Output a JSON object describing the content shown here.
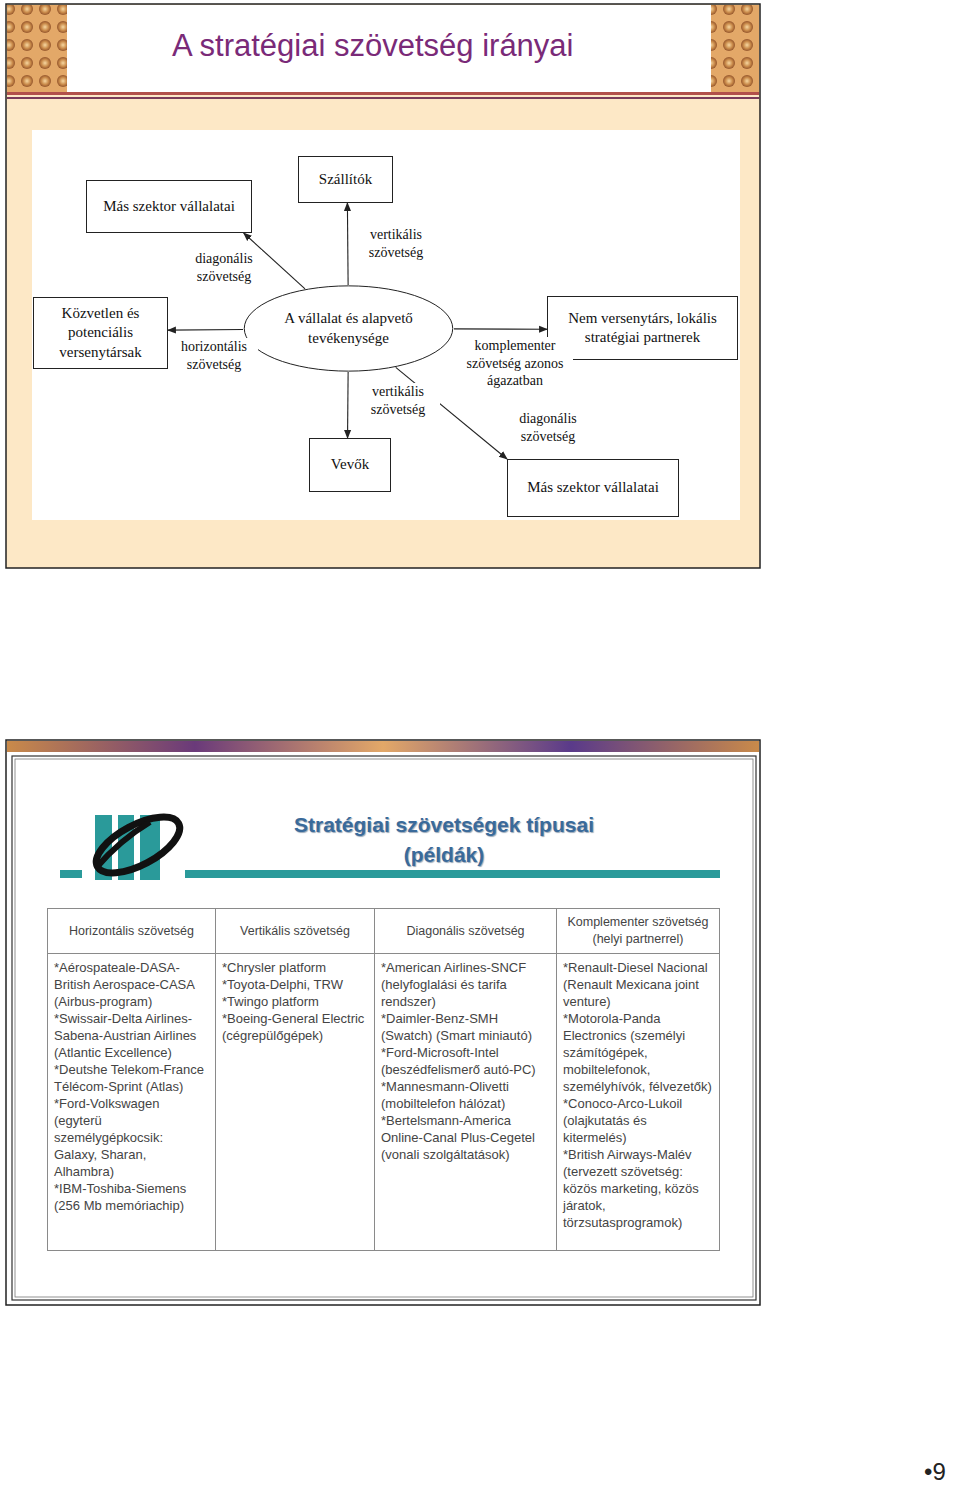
{
  "diagram": {
    "title": "A stratégiai szövetség irányai",
    "nodes": [
      {
        "text": [
          "A vállalat és alapvető tevékenysége"
        ]
      },
      {
        "text": [
          "Szállítók"
        ]
      },
      {
        "text": [
          "Más szektor vállalatai"
        ]
      },
      {
        "text": [
          "Közvetlen és potenciális versenytársak"
        ]
      },
      {
        "text": [
          "Nem versenytárs, lokális stratégiai partnerek"
        ]
      },
      {
        "text": [
          "Vevők"
        ]
      },
      {
        "text": [
          "Más szektor vállalatai"
        ]
      }
    ],
    "edges": [
      {
        "from": 0,
        "to": 1,
        "arrow": "to",
        "label": "vertikális szövetség"
      },
      {
        "from": 0,
        "to": 2,
        "arrow": "to",
        "label": "diagonális szövetség"
      },
      {
        "from": 0,
        "to": 3,
        "arrow": "to",
        "label": "horizontális szövetség"
      },
      {
        "from": 0,
        "to": 4,
        "arrow": "to",
        "label": "komplementer szövetség azonos ágazatban"
      },
      {
        "from": 0,
        "to": 5,
        "arrow": "to",
        "label": "vertikális szövetség"
      },
      {
        "from": 0,
        "to": 6,
        "arrow": "to",
        "label": "diagonális szövetség"
      }
    ],
    "labels": [
      "Stratégiai szövetségek típusai (példák)",
      "Horizontális szövetség",
      "Vertikális szövetség",
      "Diagonális szövetség",
      "Komplementer szövetség (helyi partnerrel)",
      "*Aérospateale-DASA-British Aerospace-CASA (Airbus-program)",
      "*Swissair-Delta Airlines-Sabena-Austrian Airlines (Atlantic Excellence)",
      "*Deutshe Telekom-France Télécom-Sprint (Atlas)",
      "*Ford-Volkswagen (egyterü személygépkocsik: Galaxy, Sharan, Alhambra)",
      "*IBM-Toshiba-Siemens (256 Mb memóriachip)",
      "*Chrysler platform",
      "*Toyota-Delphi, TRW",
      "*Twingo platform",
      "*Boeing-General Electric (cégrepülőgépek)",
      "*American Airlines-SNCF (helyfoglalási és tarifa rendszer)",
      "*Daimler-Benz-SMH (Swatch) (Smart miniautó)",
      "*Ford-Microsoft-Intel (beszédfelismerő autó-PC)",
      "*Mannesmann-Olivetti (mobiltelefon hálózat)",
      "*Bertelsmann-America Online-Canal Plus-Cegetel (vonali szolgáltatások)",
      "*Renault-Diesel Nacional (Renault Mexicana joint venture)",
      "*Motorola-Panda Electronics (személyi számítógépek, mobiltelefonok, személyhívók, félvezetők)",
      "*Conoco-Arco-Lukoil (olajkutatás és kitermelés)",
      "*British Airways-Malév (tervezett szövetség: közös marketing, közös járatok, törzsutasprogramok)",
      "•9"
    ]
  }
}
